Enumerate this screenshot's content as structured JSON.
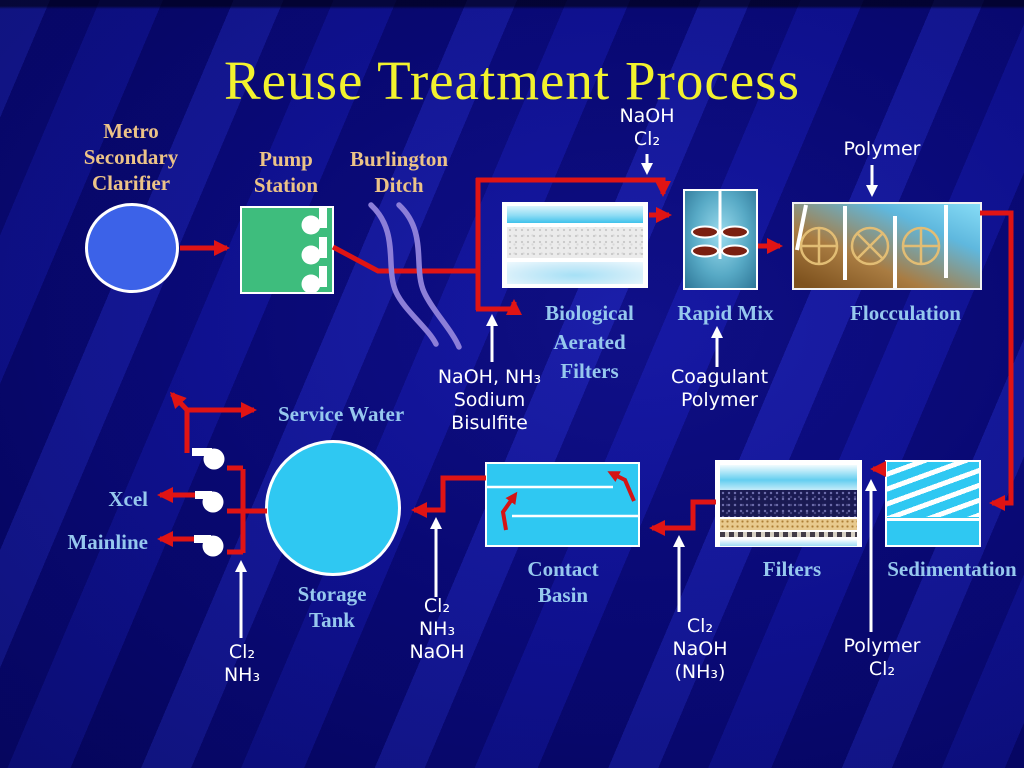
{
  "title": "Reuse Treatment Process",
  "colors": {
    "background": "#090983",
    "title_yellow": "#f2f22e",
    "label_tan": "#ecc387",
    "label_blue": "#96c8ee",
    "pipe_red": "#e01414",
    "annotation_white": "#ffffff",
    "ditch_purple": "#8c7ed8",
    "clarifier_blue": "#3c62e8",
    "pump_green": "#3ebd7d",
    "water_cyan": "#2fc8f2",
    "paddle_gold": "#e2bd74"
  },
  "nodes": {
    "clarifier": {
      "label": "Metro\nSecondary\nClarifier"
    },
    "pump_station": {
      "label": "Pump\nStation"
    },
    "ditch": {
      "label": "Burlington\nDitch"
    },
    "baf": {
      "label": "Biological\nAerated\nFilters"
    },
    "rapid_mix": {
      "label": "Rapid Mix"
    },
    "flocculation": {
      "label": "Flocculation"
    },
    "sedimentation": {
      "label": "Sedimentation"
    },
    "filters": {
      "label": "Filters"
    },
    "contact_basin": {
      "label": "Contact\nBasin"
    },
    "storage_tank": {
      "label": "Storage\nTank"
    },
    "service_water": {
      "label": "Service Water"
    },
    "xcel": {
      "label": "Xcel"
    },
    "mainline": {
      "label": "Mainline"
    }
  },
  "chemicals": {
    "baf_top_feed": "NaOH\nCl₂",
    "floc_feed": "Polymer",
    "baf_bottom_feed": "NaOH, NH₃\nSodium\nBisulfite",
    "rapid_mix_feed": "Coagulant\nPolymer",
    "tank_inlet_feed": "Cl₂\nNH₃\nNaOH",
    "contact_basin_feed": "Cl₂\nNaOH\n(NH₃)",
    "filters_feed": "Polymer\nCl₂",
    "distribution_feed": "Cl₂\nNH₃"
  }
}
